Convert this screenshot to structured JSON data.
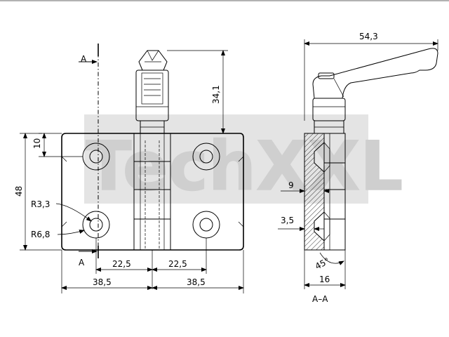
{
  "watermark": "TechXXL",
  "view_label": "A–A",
  "section_markers": [
    "A",
    "A"
  ],
  "dimensions": {
    "total_width_side": "54,3",
    "handle_height": "34,1",
    "hole_offset_top": "10",
    "body_height": "48",
    "inner_radius": "R3,3",
    "outer_radius": "R6,8",
    "hole_spacing_left": "22,5",
    "hole_spacing_right": "22,5",
    "half_width_left": "38,5",
    "half_width_right": "38,5",
    "section_width": "9",
    "countersink_depth": "3,5",
    "chamfer_angle": "45°",
    "side_thickness": "16"
  },
  "colors": {
    "line": "#000000",
    "watermark": "#d6d6d6",
    "hatch": "#000000"
  }
}
